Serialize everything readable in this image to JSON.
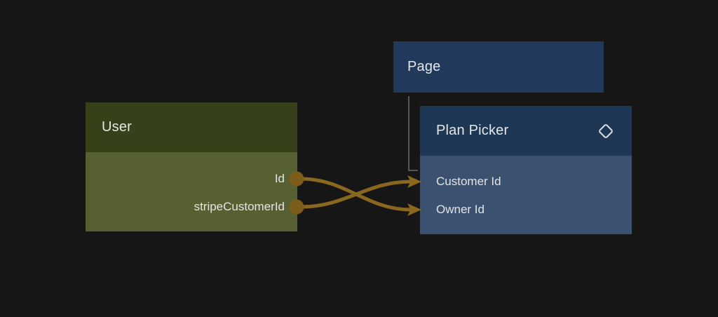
{
  "canvas": {
    "background_color": "#161616"
  },
  "nodes": {
    "page": {
      "title": "Page",
      "header_color": "#21395B"
    },
    "user": {
      "title": "User",
      "header_color": "#364019",
      "body_color": "#566033",
      "fields": [
        "Id",
        "stripeCustomerId"
      ]
    },
    "plan_picker": {
      "title": "Plan Picker",
      "header_color": "#1E3754",
      "body_color": "#3C5170",
      "icon": "diamond-icon",
      "fields": [
        "Customer Id",
        "Owner Id"
      ]
    }
  },
  "edges": [
    {
      "from": "User.Id",
      "to": "Plan Picker.Owner Id",
      "color": "#8A671E"
    },
    {
      "from": "User.stripeCustomerId",
      "to": "Plan Picker.Customer Id",
      "color": "#8A671E"
    }
  ],
  "hierarchy_links": [
    {
      "from": "Page",
      "to": "Plan Picker",
      "color": "#55585A"
    }
  ],
  "colors": {
    "edge": "#8A671E",
    "port": "#7E5D1A",
    "hierarchy_line": "#55585A",
    "text": "#E4E7E9"
  }
}
